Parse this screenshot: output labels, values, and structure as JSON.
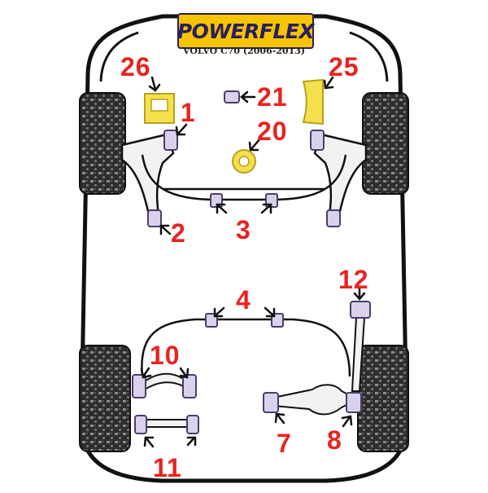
{
  "brand": {
    "name": "POWERFLEX",
    "model": "VOLVO C70 (2006-2013)"
  },
  "callouts": {
    "c1": "1",
    "c2": "2",
    "c3": "3",
    "c4": "4",
    "c7": "7",
    "c8": "8",
    "c10": "10",
    "c11": "11",
    "c12": "12",
    "c20": "20",
    "c21": "21",
    "c25": "25",
    "c26": "26"
  },
  "colors": {
    "callout": "#e8231f",
    "bush": "#d9d2ea",
    "bush_outline": "#4a3d6e",
    "yellow_part": "#f4e04a",
    "tyre": "#2b2b2b",
    "chassis_line": "#111111"
  }
}
